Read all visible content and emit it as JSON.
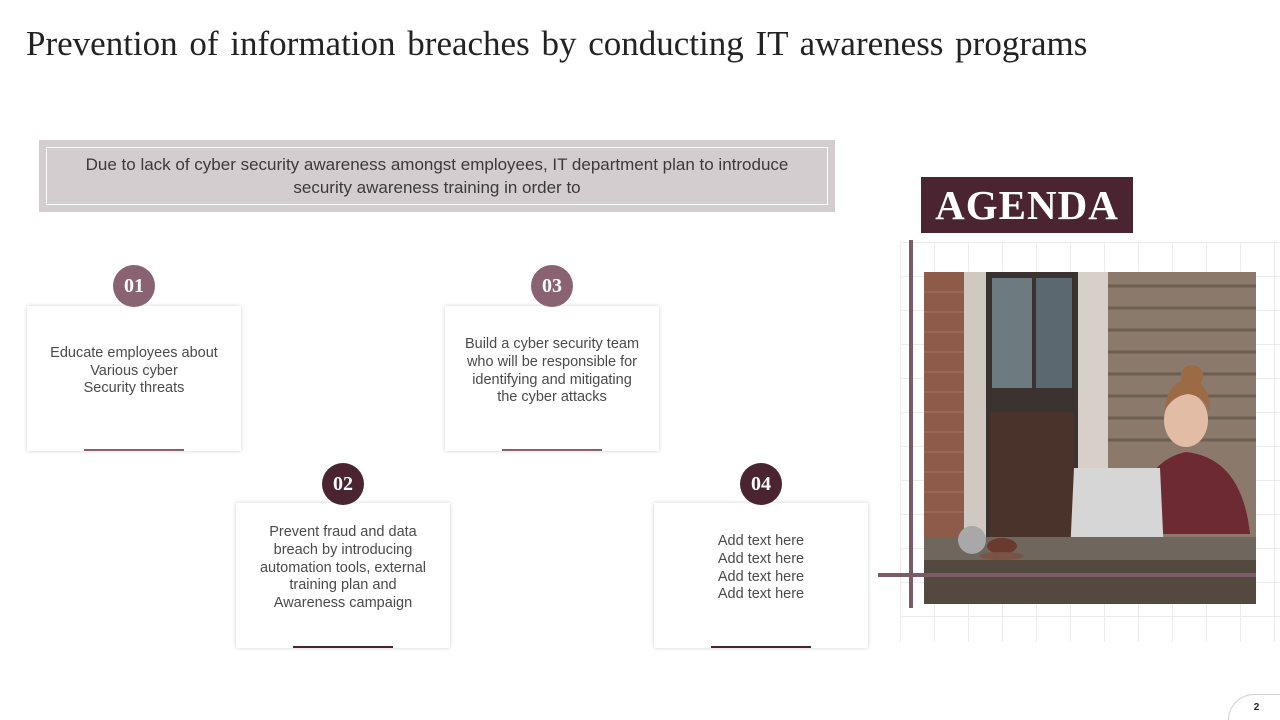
{
  "title": "Prevention of information breaches by conducting IT awareness programs",
  "intro": "Due to lack of cyber security awareness amongst employees, IT department plan to introduce security awareness training in order to",
  "agenda_label": "AGENDA",
  "page_number": "2",
  "colors": {
    "dark_plum": "#4a2431",
    "mauve": "#8a6372",
    "line_mauve": "#7d5a68",
    "intro_bg": "#d4cdd0"
  },
  "cards": [
    {
      "number": "01",
      "lines": [
        "Educate employees about",
        "Various cyber",
        "Security threats"
      ]
    },
    {
      "number": "02",
      "lines": [
        "Prevent fraud and data",
        "breach by introducing",
        "automation tools, external",
        "training plan and",
        "Awareness campaign"
      ]
    },
    {
      "number": "03",
      "lines": [
        "Build a cyber security team",
        "who will be responsible for",
        "identifying and mitigating",
        "the cyber attacks"
      ]
    },
    {
      "number": "04",
      "lines": [
        "Add text here",
        "Add text here",
        "Add text here",
        "Add text here"
      ]
    }
  ],
  "photo_icon": "woman-laptop-photo"
}
